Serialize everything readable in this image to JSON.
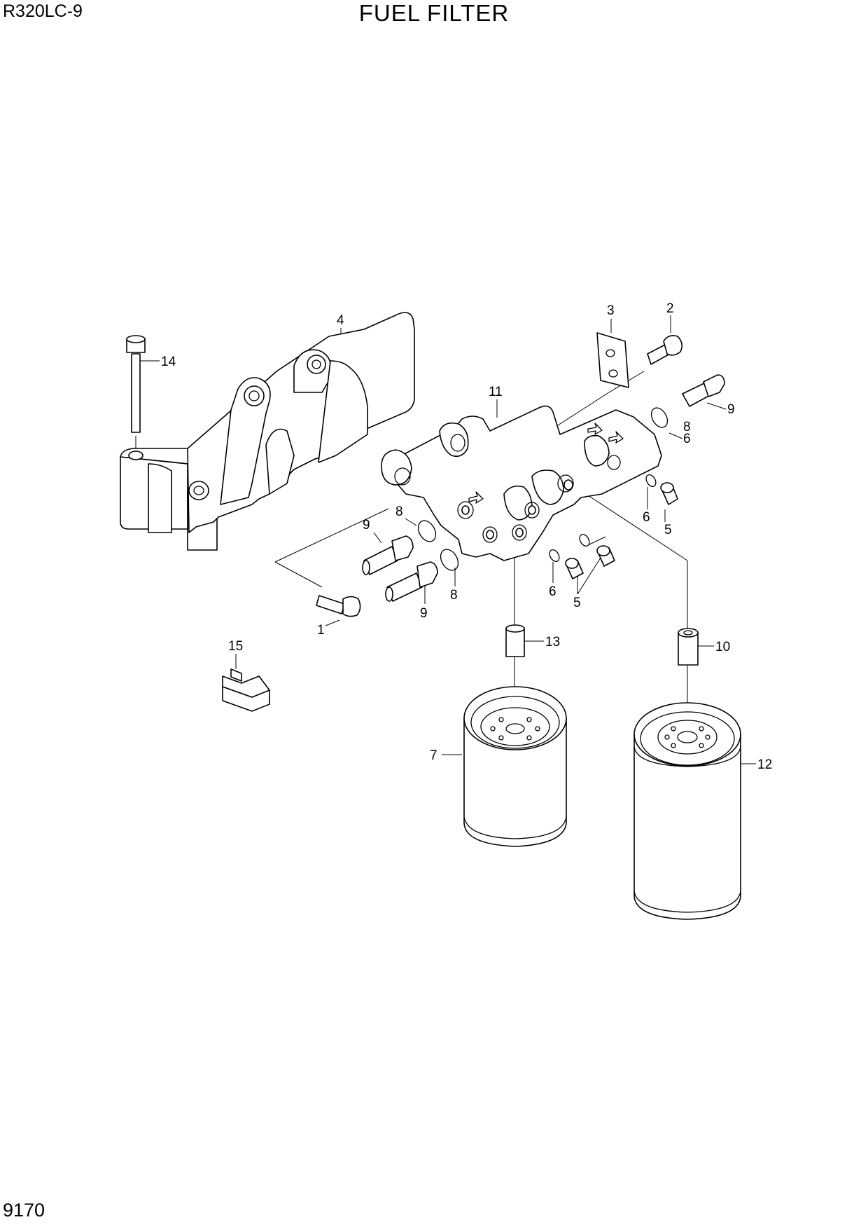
{
  "header": {
    "model": "R320LC-9",
    "title": "FUEL FILTER"
  },
  "footer": {
    "page_number": "9170"
  },
  "callouts": [
    {
      "id": "c1",
      "text": "1"
    },
    {
      "id": "c2",
      "text": "2"
    },
    {
      "id": "c3",
      "text": "3"
    },
    {
      "id": "c4",
      "text": "4"
    },
    {
      "id": "c5a",
      "text": "5"
    },
    {
      "id": "c5b",
      "text": "5"
    },
    {
      "id": "c6a",
      "text": "6"
    },
    {
      "id": "c6b",
      "text": "6"
    },
    {
      "id": "c6c",
      "text": "6"
    },
    {
      "id": "c7",
      "text": "7"
    },
    {
      "id": "c8a",
      "text": "8"
    },
    {
      "id": "c8b",
      "text": "8"
    },
    {
      "id": "c8c",
      "text": "8"
    },
    {
      "id": "c9a",
      "text": "9"
    },
    {
      "id": "c9b",
      "text": "9"
    },
    {
      "id": "c9c",
      "text": "9"
    },
    {
      "id": "c10",
      "text": "10"
    },
    {
      "id": "c11",
      "text": "11"
    },
    {
      "id": "c12",
      "text": "12"
    },
    {
      "id": "c13",
      "text": "13"
    },
    {
      "id": "c14",
      "text": "14"
    },
    {
      "id": "c15",
      "text": "15"
    }
  ]
}
